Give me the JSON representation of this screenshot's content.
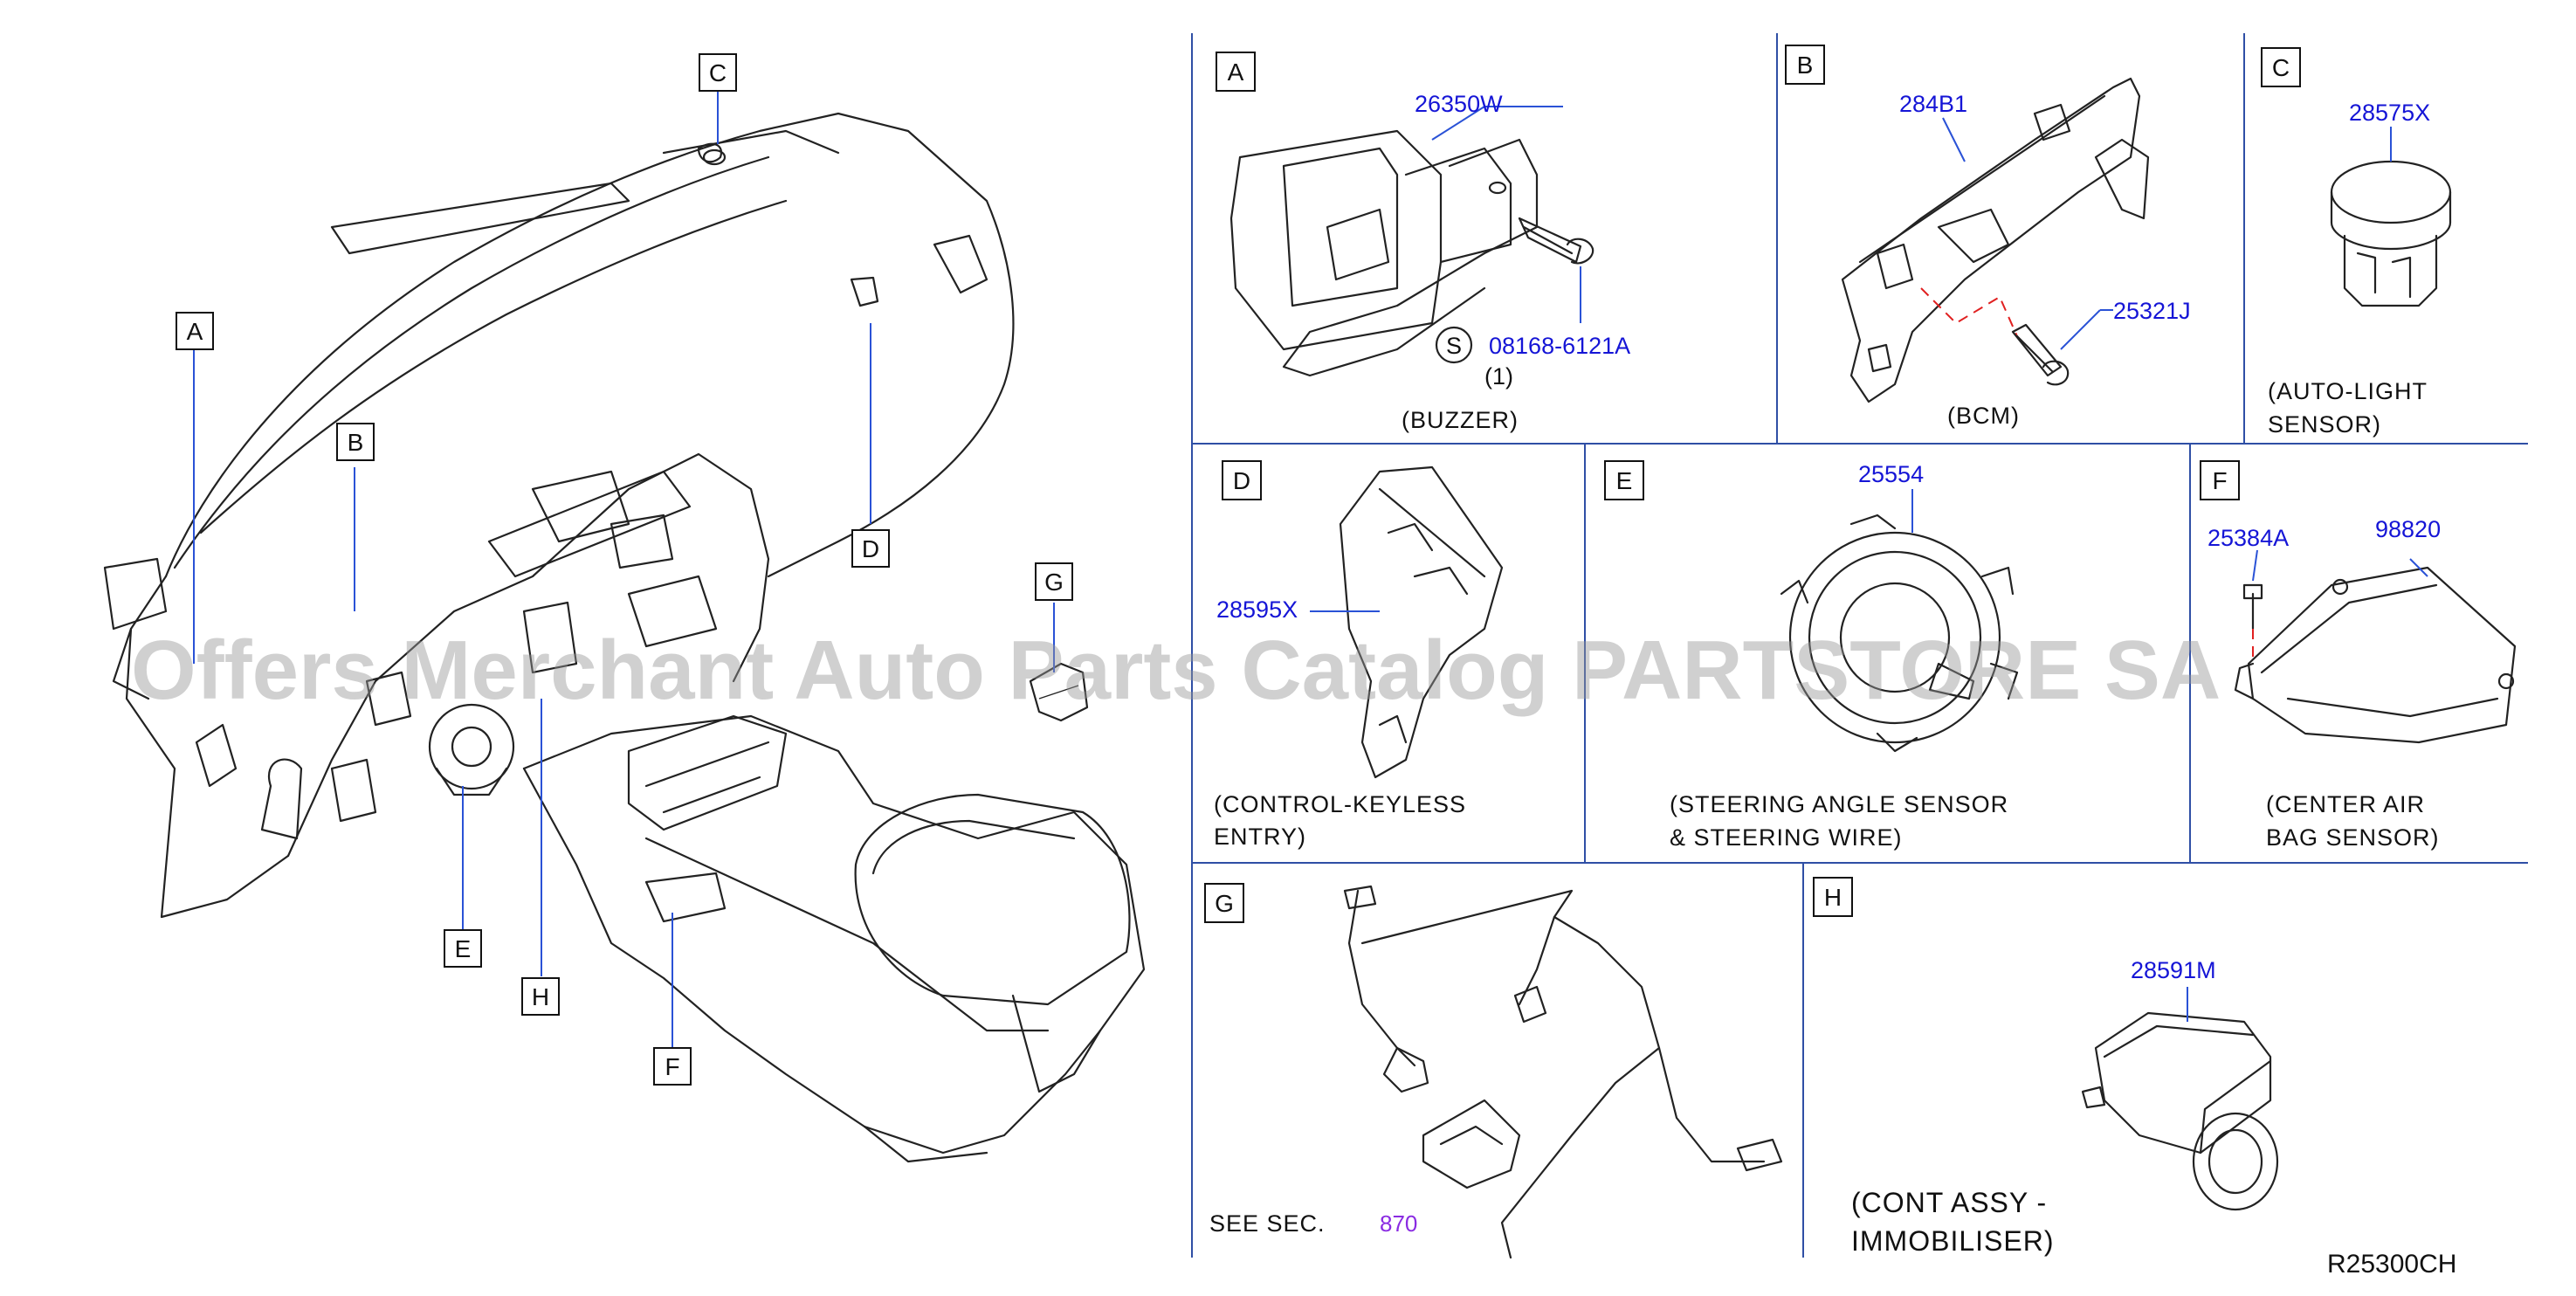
{
  "overview": {
    "callouts": [
      "A",
      "B",
      "C",
      "D",
      "E",
      "F",
      "G",
      "H"
    ]
  },
  "panels": {
    "A": {
      "letter": "A",
      "part1": "26350W",
      "screw_symbol": "S",
      "part2": "08168-6121A",
      "qty": "(1)",
      "caption": "(BUZZER)"
    },
    "B": {
      "letter": "B",
      "part1": "284B1",
      "part2": "25321J",
      "caption": "(BCM)"
    },
    "C": {
      "letter": "C",
      "part1": "28575X",
      "caption_line1": "(AUTO-LIGHT",
      "caption_line2": "SENSOR)"
    },
    "D": {
      "letter": "D",
      "part1": "28595X",
      "caption_line1": "(CONTROL-KEYLESS",
      "caption_line2": "ENTRY)"
    },
    "E": {
      "letter": "E",
      "part1": "25554",
      "caption_line1": "(STEERING   ANGLE   SENSOR",
      "caption_line2": "&   STEERING   WIRE)"
    },
    "F": {
      "letter": "F",
      "part1": "25384A",
      "part2": "98820",
      "caption_line1": "(CENTER   AIR",
      "caption_line2": "BAG   SENSOR)"
    },
    "G": {
      "letter": "G",
      "see_text": "SEE   SEC.",
      "see_ref": "870"
    },
    "H": {
      "letter": "H",
      "part1": "28591M",
      "caption_line1": "(CONT  ASSY  -",
      "caption_line2": "IMMOBILISER)"
    }
  },
  "drawing_code": "R25300CH",
  "watermark": "Offers Merchant Auto Parts Catalog PARTSTORE SA",
  "colors": {
    "part_number": "#1515d6",
    "reference_link": "#8a2be2",
    "guide_dash": "#e02020",
    "grid": "#2f4fa5"
  }
}
